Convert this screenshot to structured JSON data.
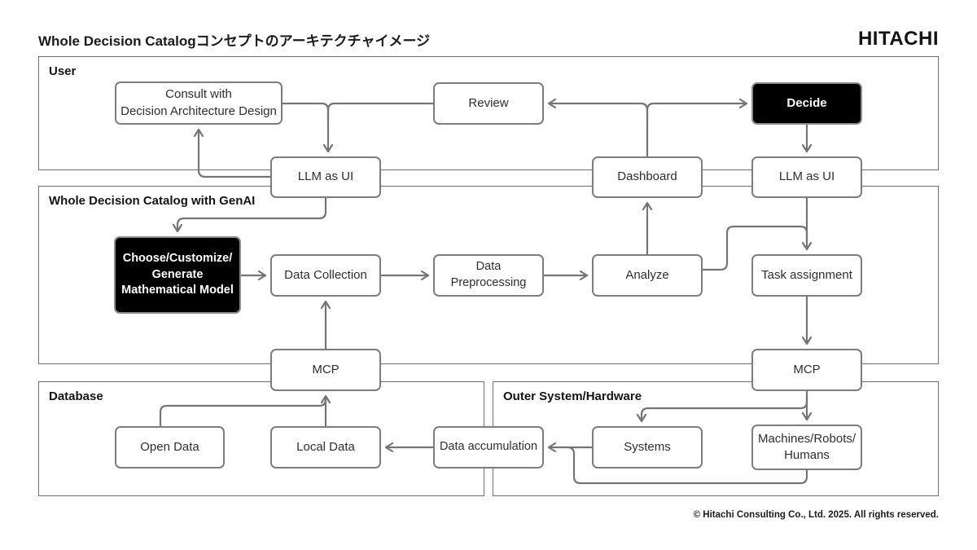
{
  "title": "Whole Decision Catalogコンセプトのアーキテクチャイメージ",
  "logo": "HITACHI",
  "footer": "© Hitachi Consulting Co., Ltd. 2025. All rights reserved.",
  "containers": {
    "user": "User",
    "genai": "Whole Decision Catalog with GenAI",
    "database": "Database",
    "outer": "Outer System/Hardware"
  },
  "nodes": {
    "consult": {
      "label": "Consult with\nDecision Architecture Design"
    },
    "review": {
      "label": "Review"
    },
    "decide": {
      "label": "Decide"
    },
    "llm_ui_left": {
      "label": "LLM as UI"
    },
    "dashboard": {
      "label": "Dashboard"
    },
    "llm_ui_right": {
      "label": "LLM as UI"
    },
    "model": {
      "label": "Choose/Customize/\nGenerate\nMathematical Model"
    },
    "data_collection": {
      "label": "Data Collection"
    },
    "data_preprocessing": {
      "label": "Data Preprocessing"
    },
    "analyze": {
      "label": "Analyze"
    },
    "task_assignment": {
      "label": "Task assignment"
    },
    "mcp_left": {
      "label": "MCP"
    },
    "mcp_right": {
      "label": "MCP"
    },
    "open_data": {
      "label": "Open Data"
    },
    "local_data": {
      "label": "Local Data"
    },
    "data_accumulation": {
      "label": "Data accumulation"
    },
    "systems": {
      "label": "Systems"
    },
    "machines": {
      "label": "Machines/Robots/\nHumans"
    }
  },
  "colors": {
    "line": "#757575",
    "box_border": "#7d7d7d",
    "container_border": "#6e6e6e",
    "black_box_bg": "#000000",
    "black_box_text": "#ffffff"
  }
}
